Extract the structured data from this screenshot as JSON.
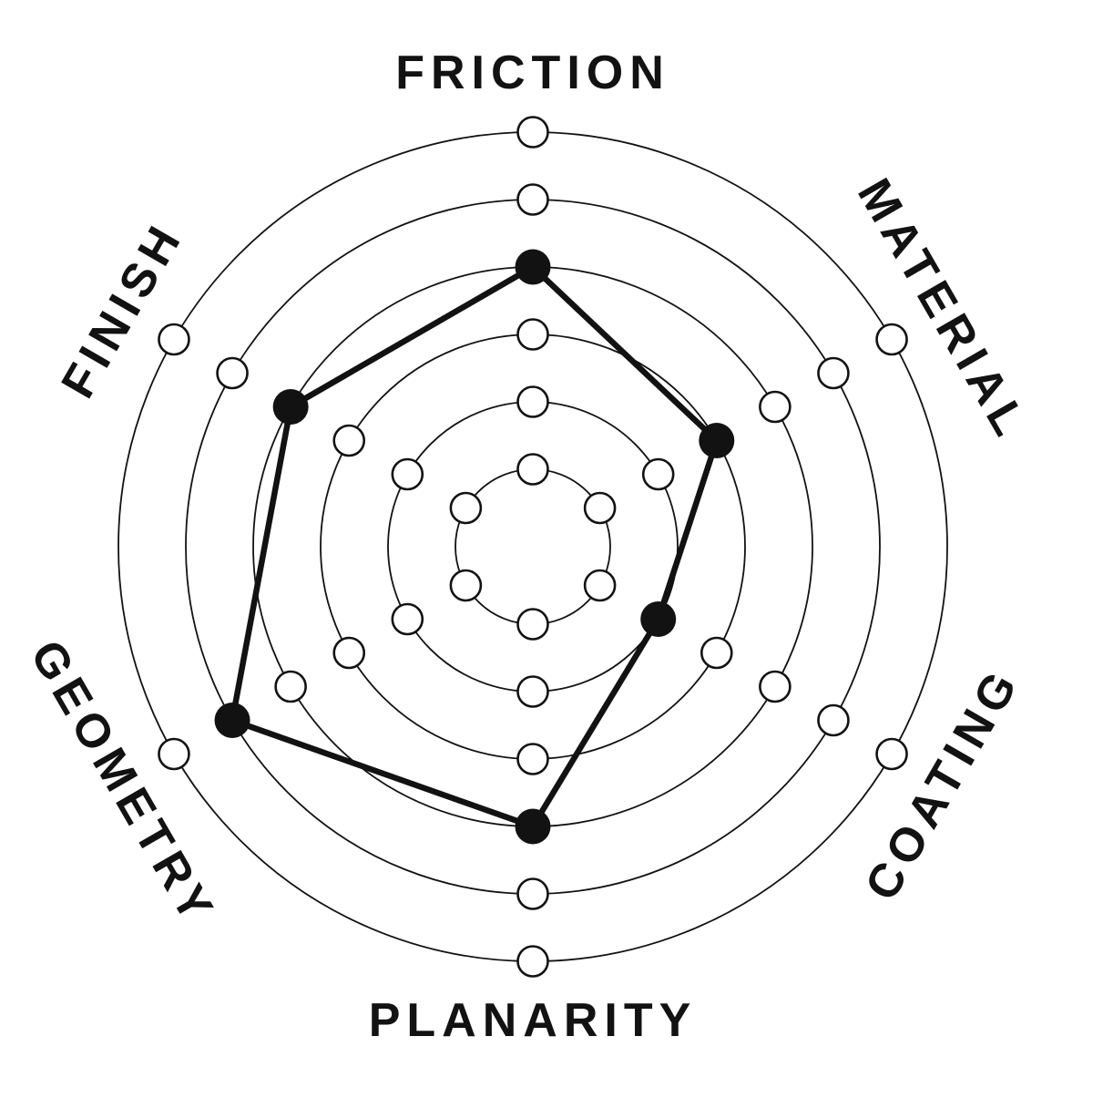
{
  "chart_data": {
    "type": "radar",
    "title": "",
    "categories": [
      "FRICTION",
      "MATERIAL",
      "COATING",
      "PLANARITY",
      "GEOMETRY",
      "FINISH"
    ],
    "values": [
      4,
      3,
      2,
      4,
      5,
      4
    ],
    "scale": {
      "min": 1,
      "max": 6,
      "rings": 6
    },
    "grid": "concentric-circles-with-open-tick-dots",
    "spokes": "none",
    "legend": "none",
    "label_style": "tangential-uppercase-bold",
    "colors": {
      "ink": "#121212",
      "dot_fill": "#ffffff",
      "background": "#ffffff"
    }
  }
}
